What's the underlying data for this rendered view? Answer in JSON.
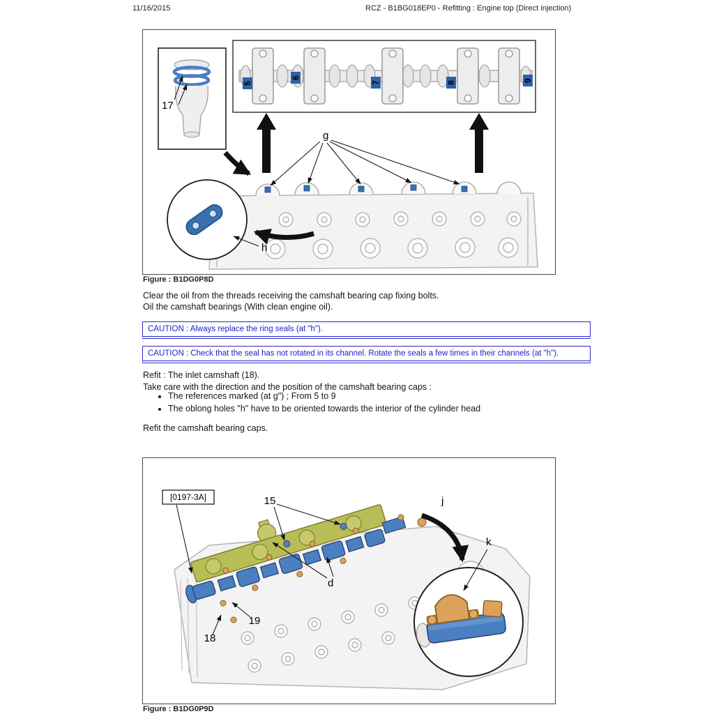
{
  "page": {
    "date": "11/16/2015",
    "doc_title": "RCZ - B1BG018EP0 - Refitting : Engine top (Direct injection)"
  },
  "figure1": {
    "caption": "Figure : B1DG0P8D",
    "label_17": "17",
    "label_g": "g",
    "label_h": "h",
    "cap_numbers": [
      "5",
      "6",
      "7",
      "8",
      "9"
    ]
  },
  "content": {
    "para1": "Clear the oil from the threads receiving the camshaft bearing cap fixing bolts.",
    "para2": "Oil the camshaft bearings (With clean engine oil).",
    "caution1": "CAUTION : Always replace the ring seals  (at \"h\").",
    "caution2": "CAUTION : Check that the seal has not rotated in its channel. Rotate the seals a few times in their channels (at \"h\").",
    "refit_line": "Refit : The inlet camshaft (18).",
    "care_line": "Take care with the direction and the position of the camshaft bearing caps :",
    "bullets": [
      "The references marked (at g\") ; From 5 to 9",
      "The oblong holes \"h\" have to be oriented towards the interior of the cylinder head"
    ],
    "refit_caps_line": "Refit the camshaft bearing caps."
  },
  "figure2": {
    "caption": "Figure : B1DG0P9D",
    "label_ref": "[0197-3A]",
    "label_15": "15",
    "label_j": "j",
    "label_k": "k",
    "label_d": "d",
    "label_19": "19",
    "label_18": "18"
  },
  "colors": {
    "caution_blue": "#1d1dc8",
    "part_blue": "#4a7fc1",
    "rail_olive": "#b9bd55",
    "bolt_orange": "#dba25b"
  }
}
